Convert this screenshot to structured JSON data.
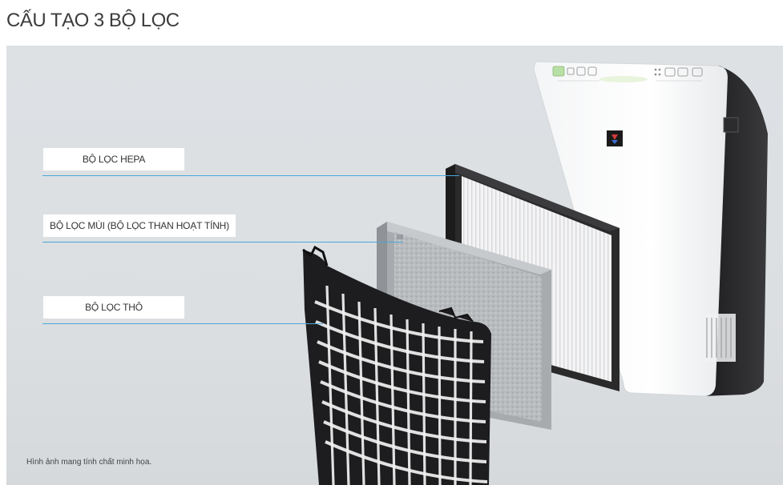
{
  "heading": "CẤU TẠO 3 BỘ LỌC",
  "labels": {
    "hepa": "BỘ LỌC HEPA",
    "carbon": "BỘ LỌC MÙI (BỘ LỌC THAN HOẠT TÍNH)",
    "coarse": "BỘ LỌC THÔ"
  },
  "caption": "Hình ảnh mang tính chất minh họa.",
  "colors": {
    "leader_line": "#4aa6d8",
    "panel_bg": "#dde1e4"
  },
  "icons": [
    "air-purifier-illustration",
    "hepa-filter-illustration",
    "carbon-filter-illustration",
    "coarse-filter-illustration",
    "brand-logo-icon"
  ]
}
